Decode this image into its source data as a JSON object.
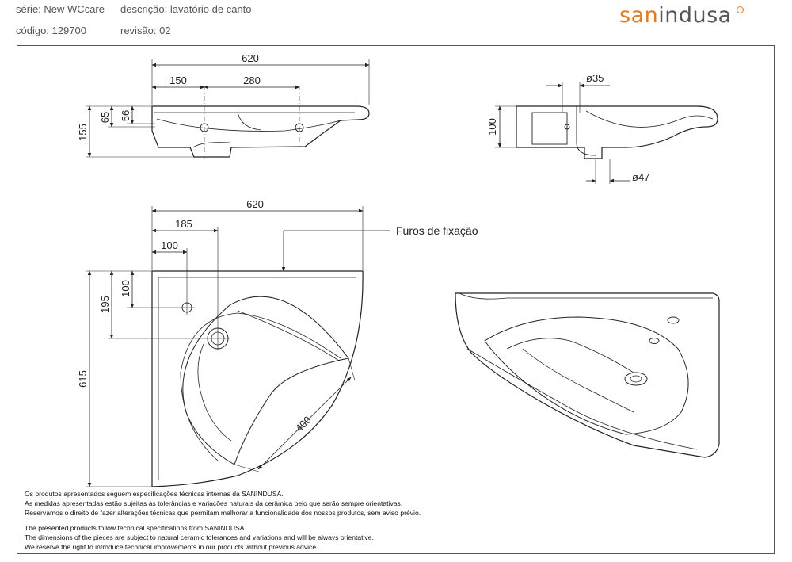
{
  "header": {
    "serie_label": "série:",
    "serie_value": "New WCcare",
    "descricao_label": "descrição:",
    "descricao_value": "lavatório de canto",
    "codigo_label": "código:",
    "codigo_value": "129700",
    "revisao_label": "revisão:",
    "revisao_value": "02"
  },
  "brand": {
    "part1": "san",
    "part2": "indusa",
    "color_part1": "#e07b22",
    "color_part2": "#555555"
  },
  "dimensions": {
    "top_width": "620",
    "top_left": "150",
    "top_mid": "280",
    "top_h1": "65",
    "top_h2": "56",
    "top_height": "155",
    "side_hole": "ø35",
    "side_height": "100",
    "side_drain": "ø47",
    "plan_width": "620",
    "plan_185": "185",
    "plan_100h": "100",
    "plan_100v": "100",
    "plan_195": "195",
    "plan_615": "615",
    "plan_400": "400"
  },
  "labels": {
    "fixing_holes": "Furos de fixação"
  },
  "notes": [
    "Os produtos apresentados seguem especificações técnicas internas da SANINDUSA.",
    "As medidas apresentadas estão sujeitas às tolerâncias e variações naturais da cerâmica pelo que serão sempre orientativas.",
    "Reservamos o direito de fazer alterações técnicas que permitam melhorar a funcionalidade dos nossos produtos, sem aviso prévio.",
    "The presented products follow technical specifications from SANINDUSA.",
    "The dimensions of the pieces are subject to natural ceramic tolerances and variations and will be always orientative.",
    "We reserve the right to introduce technical improvements in our products without previous advice."
  ]
}
